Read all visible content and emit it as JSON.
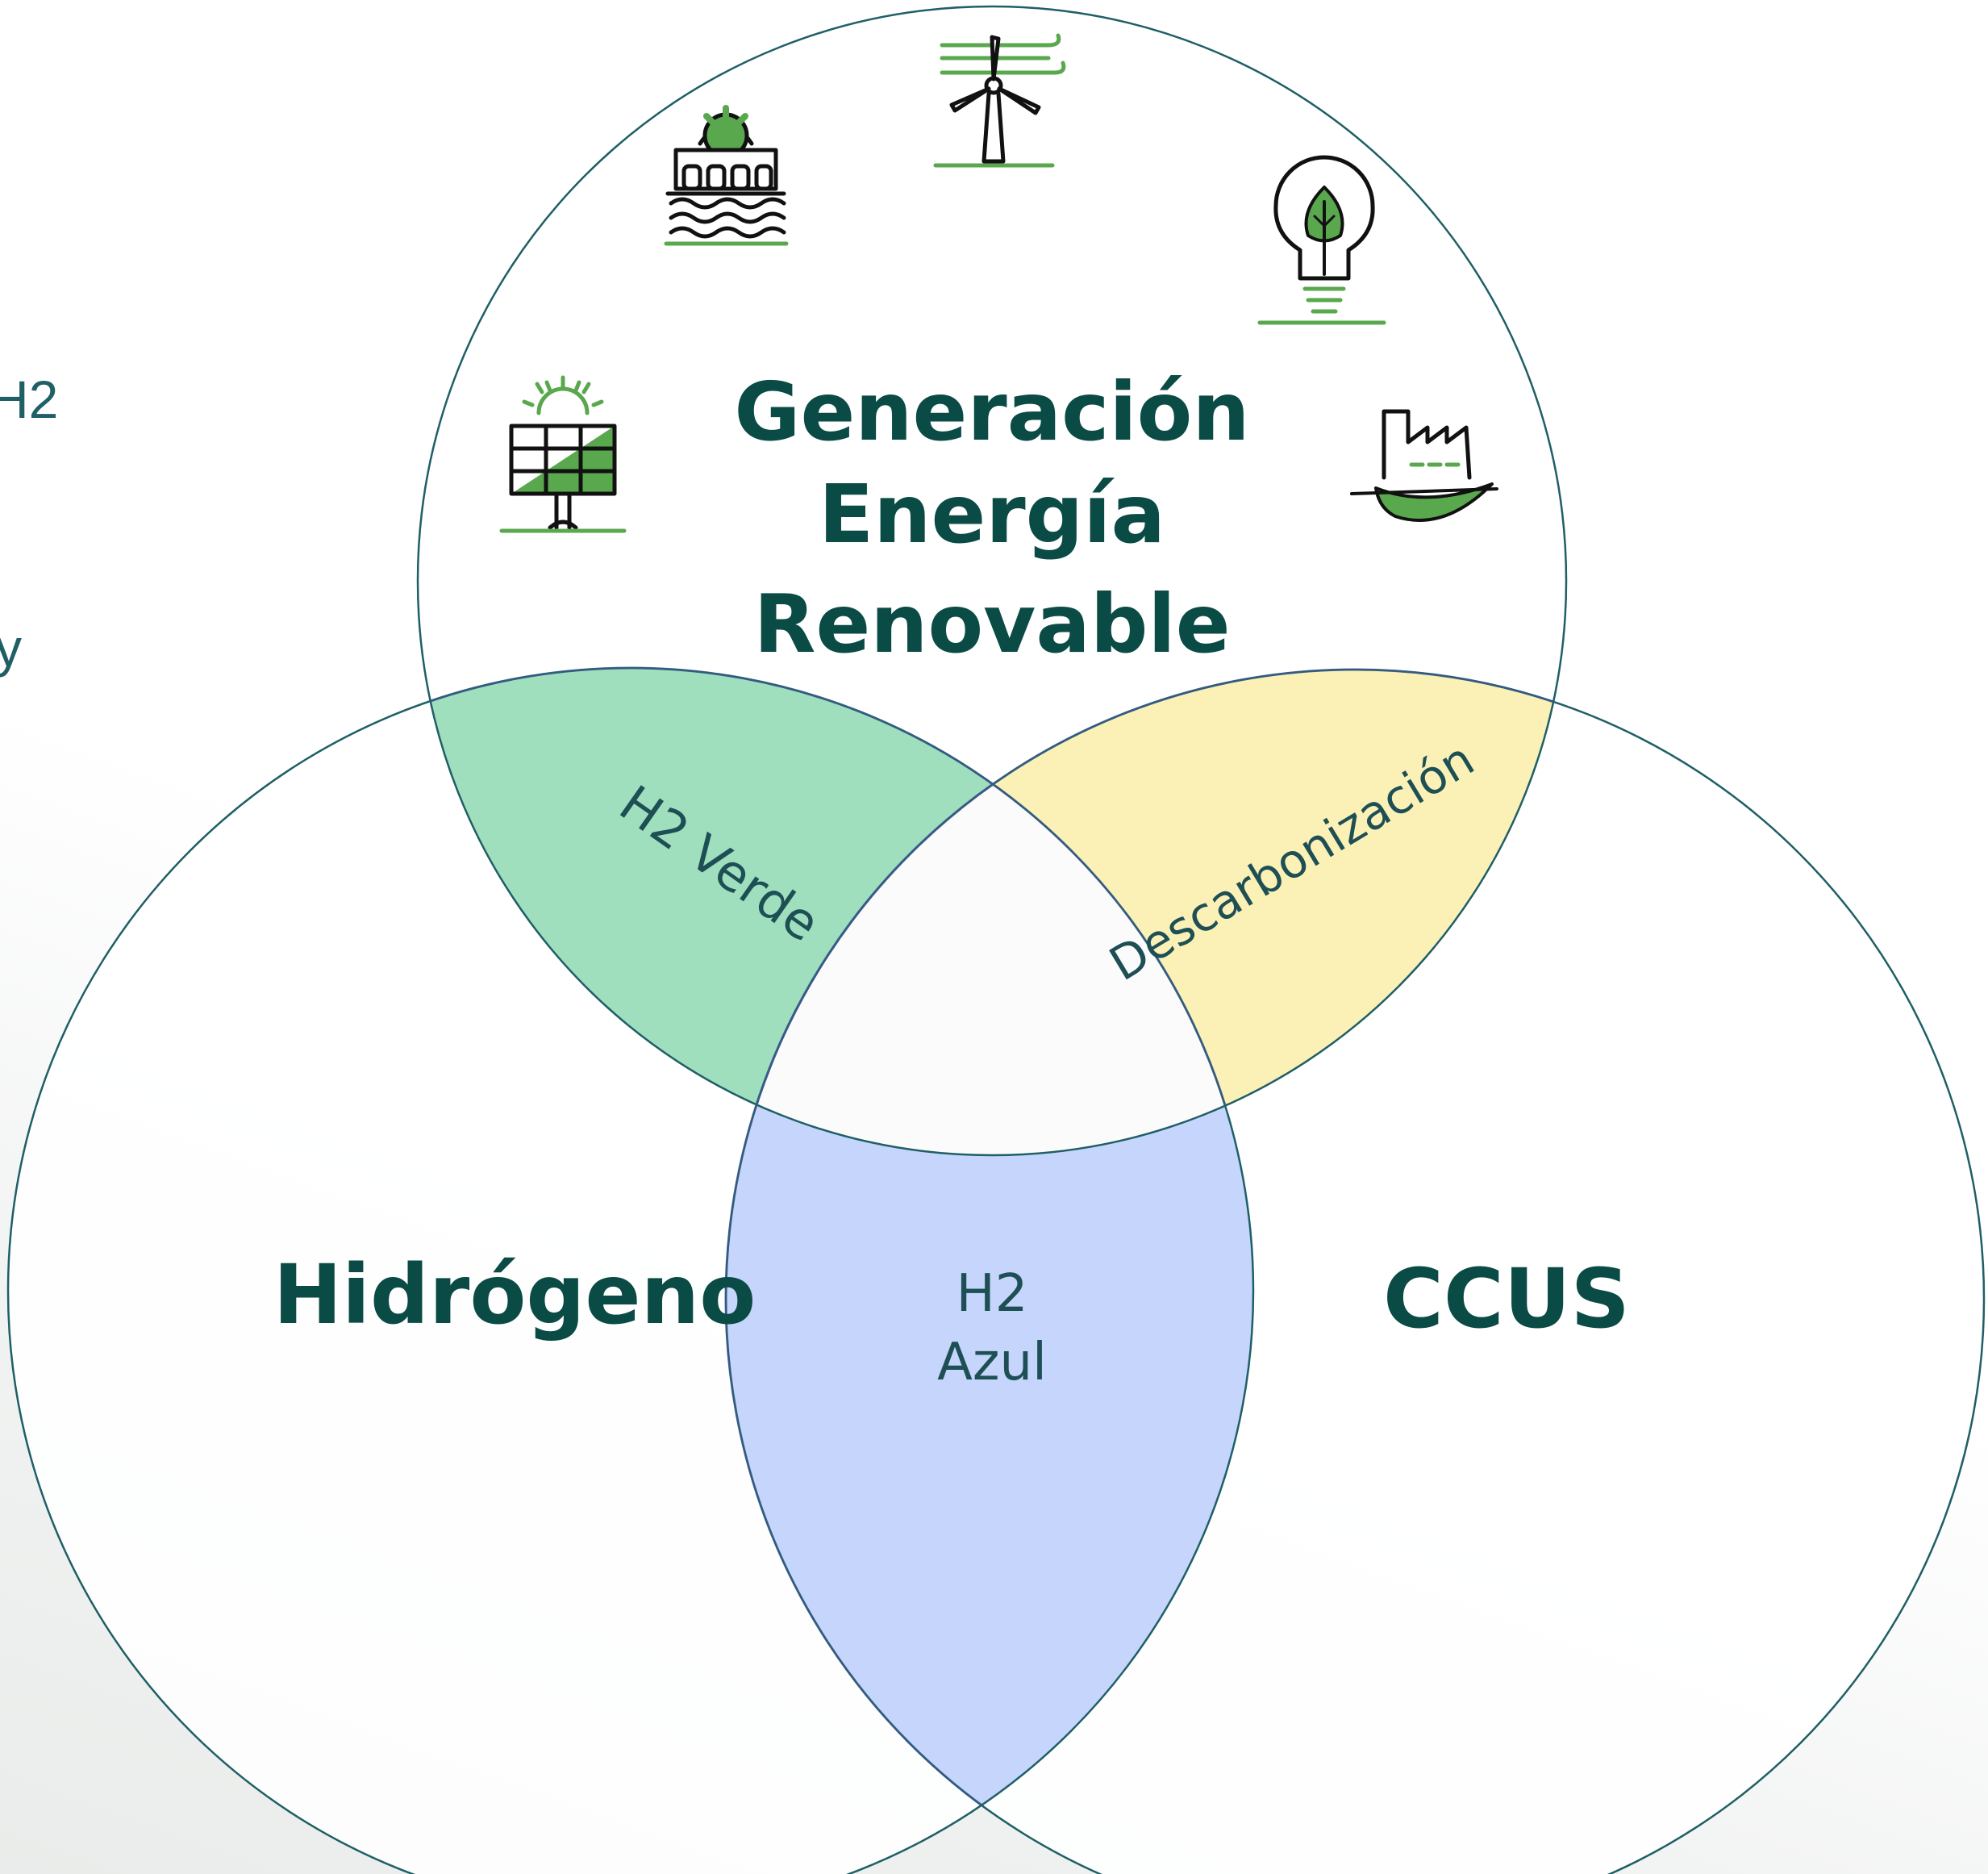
{
  "diagram": {
    "title_renewable": [
      "Generación",
      "Energía",
      "Renovable"
    ],
    "label_hydrogen": "Hidrógeno",
    "label_ccus": "CCUS",
    "lens_green_h2": "H2 Verde",
    "lens_decarbonization": "Descarbonización",
    "lens_blue_h2": [
      "H2",
      "Azul"
    ]
  },
  "cut_off_text": {
    "fragment_1": "H2",
    "fragment_2": "y"
  },
  "icons": [
    "hydropower-icon",
    "wind-turbine-icon",
    "eco-lightbulb-icon",
    "solar-panel-icon",
    "green-factory-icon"
  ],
  "colors": {
    "title": "#0b4b45",
    "circle_stroke": "#1f5f66",
    "lens_green": "#9fdfbe",
    "lens_yellow": "#fbf1b7",
    "lens_blue": "#c5d5fc",
    "icon_green": "#5aa84e"
  }
}
